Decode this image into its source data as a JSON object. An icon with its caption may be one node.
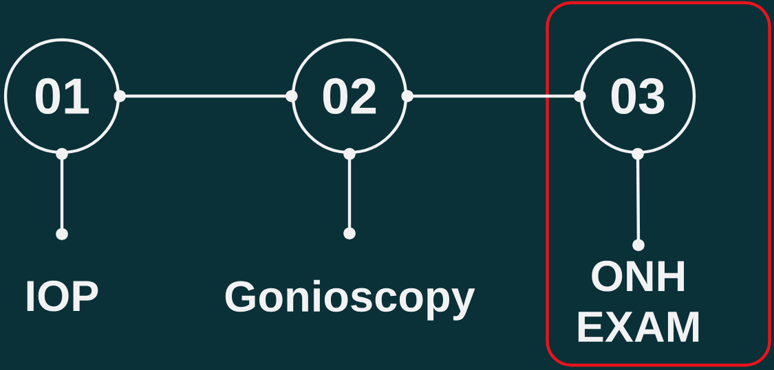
{
  "diagram": {
    "nodes": [
      {
        "text": [
          "01"
        ]
      },
      {
        "text": [
          "IOP"
        ]
      },
      {
        "text": [
          "02"
        ]
      },
      {
        "text": [
          "Gonioscopy"
        ]
      },
      {
        "text": [],
        "shape": "box"
      },
      {
        "text": [
          "03"
        ],
        "in": 4
      },
      {
        "text": [
          "ONH EXAM"
        ],
        "in": 4
      }
    ],
    "edges": [
      {
        "from": 0,
        "to": 2,
        "arrow": "other"
      },
      {
        "from": 2,
        "to": 5,
        "arrow": "other"
      },
      {
        "from": 0,
        "to": 1,
        "arrow": "other"
      },
      {
        "from": 2,
        "to": 3,
        "arrow": "other"
      },
      {
        "from": 5,
        "to": 6,
        "arrow": "other"
      }
    ]
  }
}
